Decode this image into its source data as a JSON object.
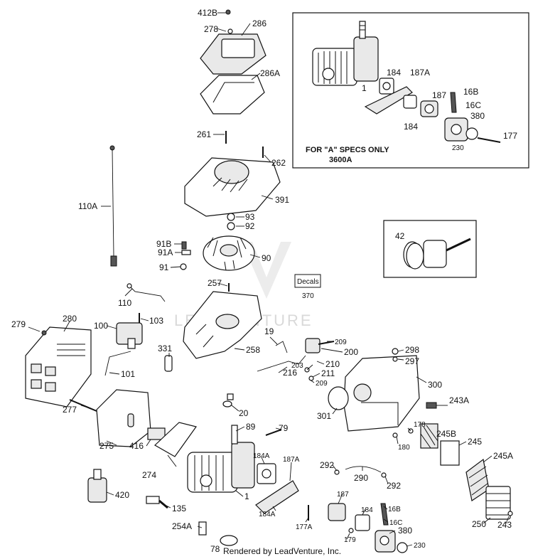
{
  "inset_note": {
    "line1": "FOR \"A\" SPECS ONLY",
    "line2": "3600A"
  },
  "decals": {
    "box_label": "Decals",
    "number": "370"
  },
  "watermark": "LEADVENTURE",
  "footer": "Rendered by LeadVenture, Inc.",
  "parts": {
    "p412B": "412B",
    "p278": "278",
    "p286": "286",
    "p286A": "286A",
    "p261": "261",
    "p262": "262",
    "p391": "391",
    "p110A": "110A",
    "p93": "93",
    "p92": "92",
    "p91B": "91B",
    "p91A": "91A",
    "p91": "91",
    "p90": "90",
    "p257": "257",
    "p110": "110",
    "p103": "103",
    "p279": "279",
    "p280": "280",
    "p100": "100",
    "p331": "331",
    "p101": "101",
    "p258": "258",
    "p19": "19",
    "p209": "209",
    "p200": "200",
    "p203": "203",
    "p210": "210",
    "p216": "216",
    "p211": "211",
    "p209b": "209",
    "p298": "298",
    "p297": "297",
    "p300": "300",
    "p277": "277",
    "p20": "20",
    "p301": "301",
    "p243A": "243A",
    "p89": "89",
    "p79": "79",
    "p275": "275",
    "p416": "416",
    "p178": "178",
    "p180": "180",
    "p245B": "245B",
    "p245": "245",
    "p245A": "245A",
    "p184A": "184A",
    "p187A": "187A",
    "p274": "274",
    "p292": "292",
    "p290": "290",
    "p292b": "292",
    "p420": "420",
    "p1": "1",
    "p187": "187",
    "p184": "184",
    "p16B": "16B",
    "p177A": "177A",
    "p16C": "16C",
    "p380": "380",
    "p135": "135",
    "p184Ab": "184A",
    "p179": "179",
    "p230": "230",
    "p254A": "254A",
    "p250": "250",
    "p243": "243",
    "p78": "78",
    "i184": "184",
    "i187A": "187A",
    "i1": "1",
    "i187": "187",
    "i16B": "16B",
    "i16C": "16C",
    "i380": "380",
    "i184b": "184",
    "i177": "177",
    "i230": "230",
    "p42": "42"
  }
}
